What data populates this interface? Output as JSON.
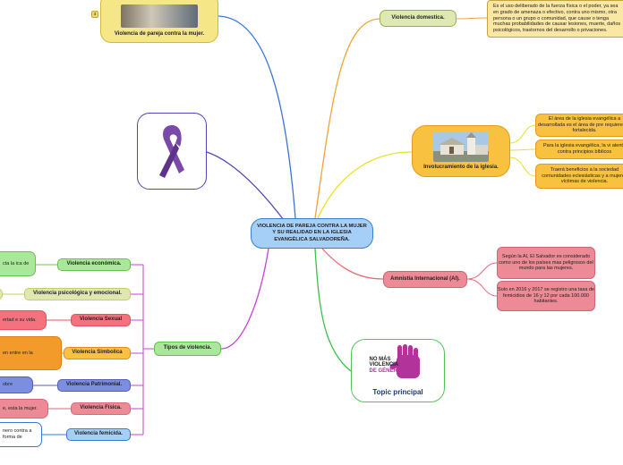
{
  "central": {
    "title": "VIOLENCIA DE PAREJA CONTRA LA MUJER Y SU REALIDAD EN LA IGLESIA EVANGÉLICA SALVADOREÑA."
  },
  "violencia_domestica": {
    "label": "Violencia domestica.",
    "description": "Es el uso deliberado de la fuerza física o el poder, ya sea en grado de amenaza o efectivo, contra uno mismo, otra persona o un grupo o comunidad, que cause o tenga muchas probabilidades de causar lesiones, muerte, daños psicológicos, trastornos del desarrollo o privaciones."
  },
  "iglesia": {
    "label": "Involucramiento de la iglesia.",
    "branches": [
      "El área de la iglesia evangélica a desarrollada es el área de pre requiere ser fortalecida.",
      "Para la iglesia evangélica, la vi atenta contra principios bíblicos",
      "Traerá beneficios a la sociedad comunidades eclesiásticas y a mujeres víctimas de violencia."
    ]
  },
  "amnistia": {
    "label": "Amnistía Internacional (AI).",
    "branches": [
      "Según la AI, El Salvador es considerado como uno de los países mas peligrosos del mundo para las mujeres.",
      "Solo en 2016 y 2017 se registro una tasa de femicidios de 16 y 12 por cada 100.000 habitantes."
    ]
  },
  "topic": {
    "label": "Topic principal",
    "logo_line1": "NO MÁS",
    "logo_line2": "VIOLENCIA",
    "logo_line3": "DE GÉNERO"
  },
  "pareja": {
    "label": "Violencia de pareja contra la mujer.",
    "badge": "3"
  },
  "tipos": {
    "label": "Tipos de violencia.",
    "items": [
      {
        "label": "Violencia económica.",
        "leaf": "cta la ica de"
      },
      {
        "label": "Violencia psicológica y emocional.",
        "leaf": ""
      },
      {
        "label": "Violencia Sexual",
        "leaf": "ertad e su vida."
      },
      {
        "label": "Violencia Simbolica",
        "leaf": "en entre en la"
      },
      {
        "label": "Violencia Patrimonial.",
        "leaf": "obre"
      },
      {
        "label": "Violencia Física.",
        "leaf": "e, esta la mujer."
      },
      {
        "label": "Violencia femicida.",
        "leaf": "nero contra a forma de"
      }
    ]
  },
  "colors": {
    "central": "#a6cff7",
    "domestica": "#dfe8b2",
    "iglesia": "#f8c240",
    "amnistia": "#ec8a96",
    "topic_green": "#55c456",
    "ribbon": "#7b4aa8",
    "tipos": "#a9e79a",
    "pareja": "#f5e688"
  }
}
